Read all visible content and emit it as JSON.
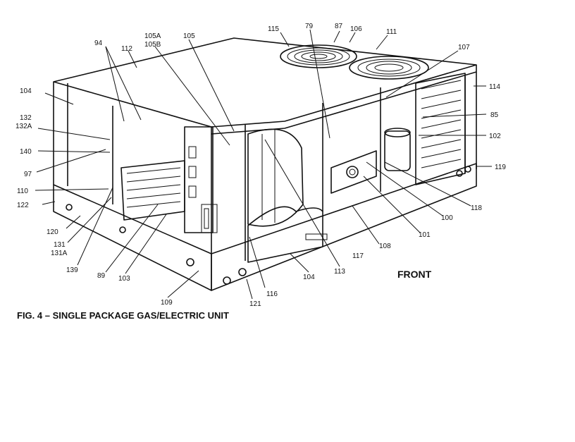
{
  "figure": {
    "caption": "FIG. 4 – SINGLE PACKAGE GAS/ELECTRIC UNIT",
    "orientation_label": "FRONT"
  },
  "callouts": [
    {
      "id": "c115",
      "text": "115"
    },
    {
      "id": "c79",
      "text": "79"
    },
    {
      "id": "c87",
      "text": "87"
    },
    {
      "id": "c106",
      "text": "106"
    },
    {
      "id": "c111",
      "text": "111"
    },
    {
      "id": "c107",
      "text": "107"
    },
    {
      "id": "c94",
      "text": "94"
    },
    {
      "id": "c105a",
      "text": "105A"
    },
    {
      "id": "c105b",
      "text": "105B"
    },
    {
      "id": "c105",
      "text": "105"
    },
    {
      "id": "c112",
      "text": "112"
    },
    {
      "id": "c104top",
      "text": "104"
    },
    {
      "id": "c114",
      "text": "114"
    },
    {
      "id": "c132",
      "text": "132"
    },
    {
      "id": "c132a",
      "text": "132A"
    },
    {
      "id": "c85",
      "text": "85"
    },
    {
      "id": "c102",
      "text": "102"
    },
    {
      "id": "c140",
      "text": "140"
    },
    {
      "id": "c97",
      "text": "97"
    },
    {
      "id": "c119",
      "text": "119"
    },
    {
      "id": "c110",
      "text": "110"
    },
    {
      "id": "c122",
      "text": "122"
    },
    {
      "id": "c118",
      "text": "118"
    },
    {
      "id": "c100",
      "text": "100"
    },
    {
      "id": "c120",
      "text": "120"
    },
    {
      "id": "c101",
      "text": "101"
    },
    {
      "id": "c131",
      "text": "131"
    },
    {
      "id": "c131a",
      "text": "131A"
    },
    {
      "id": "c108",
      "text": "108"
    },
    {
      "id": "c117",
      "text": "117"
    },
    {
      "id": "c139",
      "text": "139"
    },
    {
      "id": "c89",
      "text": "89"
    },
    {
      "id": "c103",
      "text": "103"
    },
    {
      "id": "c104bot",
      "text": "104"
    },
    {
      "id": "c113",
      "text": "113"
    },
    {
      "id": "c109",
      "text": "109"
    },
    {
      "id": "c116",
      "text": "116"
    },
    {
      "id": "c121",
      "text": "121"
    }
  ]
}
